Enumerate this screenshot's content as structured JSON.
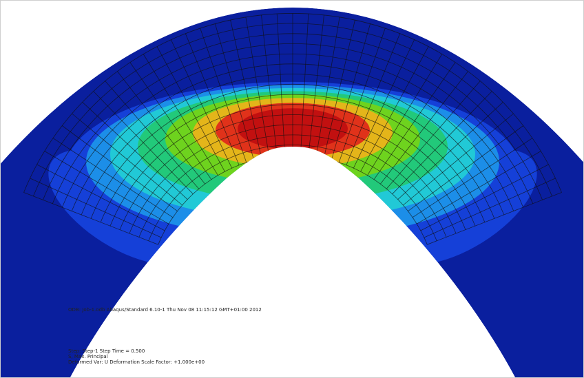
{
  "viewport": {
    "label": "Abaqus viewport – deformed mesh with stress contour"
  },
  "colors": {
    "band0": "#0a1f9e",
    "band1": "#1540d8",
    "band2": "#1c8ee8",
    "band3": "#21c9d6",
    "band4": "#22c97a",
    "band5": "#6ed31e",
    "band6": "#e4b51a",
    "band7": "#e0321a",
    "band8": "#c21010",
    "mesh": "#101010"
  },
  "info": {
    "line1": "ODB: Job-1.odb    Abaqus/Standard 6.10-1    Thu Nov 08 11:15:12 GMT+01:00 2012",
    "line2": "Step: Step-1    Step Time =    0.500",
    "line3": "S, Max. Principal",
    "line4": "Deformed Var: U   Deformation Scale Factor: +1.000e+00"
  }
}
